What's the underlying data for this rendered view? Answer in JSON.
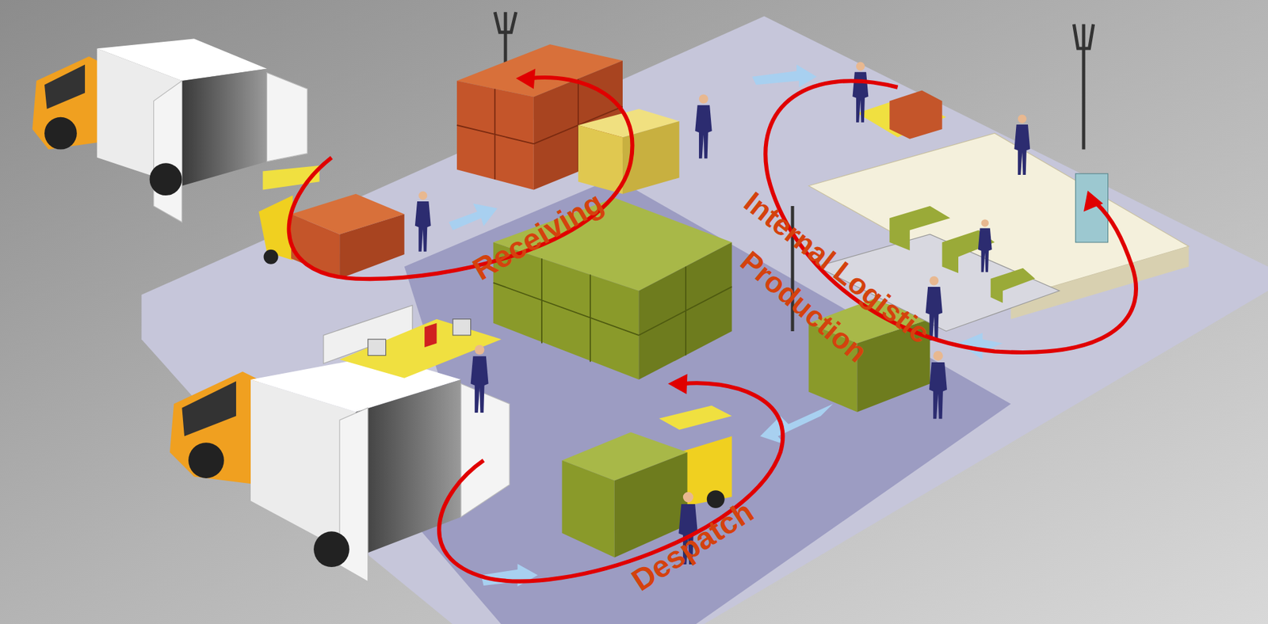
{
  "diagram": {
    "labels": [
      "Receiving",
      "Internal Logistic",
      "Production",
      "Despatch"
    ]
  }
}
